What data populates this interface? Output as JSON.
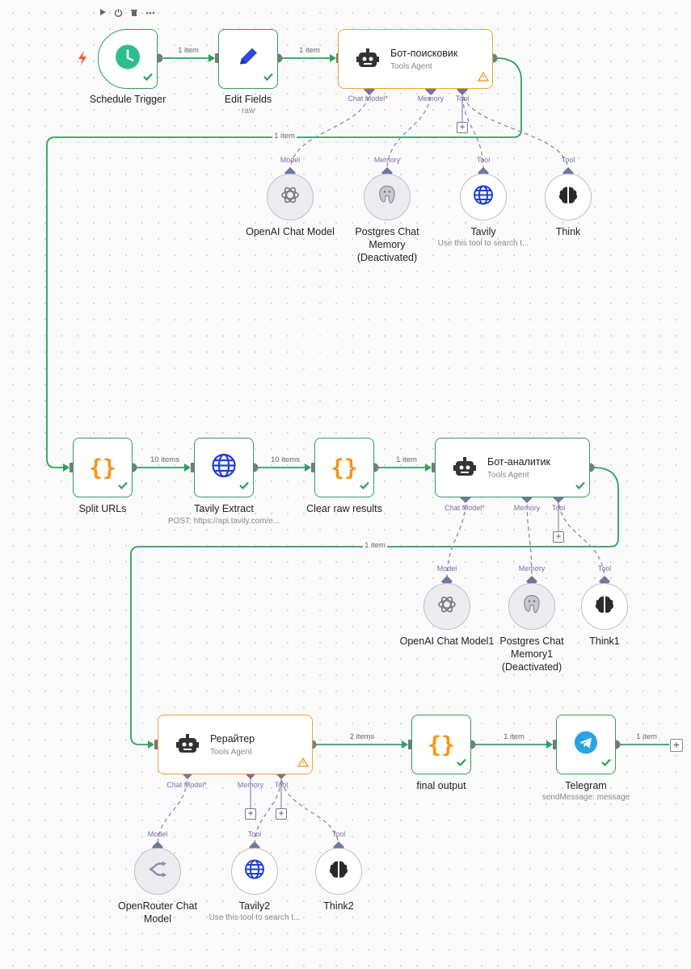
{
  "toolbar": {
    "play_icon": "play-icon",
    "power_icon": "power-icon",
    "delete_icon": "trash-icon",
    "more_icon": "more-icon"
  },
  "nodes": {
    "schedule_trigger": {
      "label": "Schedule Trigger",
      "icon": "clock-icon"
    },
    "edit_fields": {
      "label": "Edit Fields",
      "sub": "raw",
      "icon": "pencil-icon"
    },
    "bot_search": {
      "title": "Бот-поисковик",
      "sub": "Tools Agent",
      "icon": "robot-icon"
    },
    "openai_chat_model": {
      "label": "OpenAI Chat Model",
      "port": "Model"
    },
    "postgres_chat_memory": {
      "label_line1": "Postgres Chat",
      "label_line2": "Memory",
      "label_line3": "(Deactivated)",
      "port": "Memory"
    },
    "tavily": {
      "label": "Tavily",
      "sub": "Use this tool to search t...",
      "port": "Tool"
    },
    "think": {
      "label": "Think",
      "port": "Tool"
    },
    "split_urls": {
      "label": "Split URLs"
    },
    "tavily_extract": {
      "label": "Tavily Extract",
      "sub": "POST: https://api.tavily.com/e..."
    },
    "clear_raw_results": {
      "label": "Clear raw results"
    },
    "bot_analyst": {
      "title": "Бот-аналитик",
      "sub": "Tools Agent"
    },
    "openai_chat_model1": {
      "label": "OpenAI Chat Model1",
      "port": "Model"
    },
    "postgres_chat_memory1": {
      "label_line1": "Postgres Chat",
      "label_line2": "Memory1",
      "label_line3": "(Deactivated)",
      "port": "Memory"
    },
    "think1": {
      "label": "Think1",
      "port": "Tool"
    },
    "rewriter": {
      "title": "Рерайтер",
      "sub": "Tools Agent"
    },
    "openrouter_chat_model": {
      "label_line1": "OpenRouter Chat",
      "label_line2": "Model",
      "port": "Model"
    },
    "tavily2": {
      "label": "Tavily2",
      "sub": "Use this tool to search t...",
      "port": "Tool"
    },
    "think2": {
      "label": "Think2",
      "port": "Tool"
    },
    "final_output": {
      "label": "final output"
    },
    "telegram": {
      "label": "Telegram",
      "sub": "sendMessage: message"
    }
  },
  "agent_ports": {
    "chat_model": "Chat Model",
    "required": "*",
    "memory": "Memory",
    "tool": "Tool"
  },
  "connections": {
    "trigger_to_edit": "1 item",
    "edit_to_search": "1 item",
    "search_to_split": "1 item",
    "split_to_extract": "10 items",
    "extract_to_clear": "10 items",
    "clear_to_analyst": "1 item",
    "analyst_to_rewriter": "1 item",
    "rewriter_to_final": "2 items",
    "final_to_telegram": "1 item",
    "telegram_out": "1 item"
  },
  "colors": {
    "success": "#2da05e",
    "warning": "#f0a030",
    "wire": "#2da05e",
    "sub_wire": "#8a8ab0",
    "code_icon": "#f7941d",
    "globe": "#1f3fd6",
    "telegram": "#2aa3de"
  }
}
